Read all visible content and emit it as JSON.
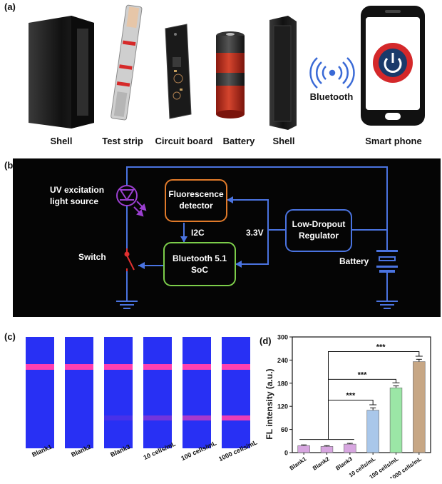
{
  "panel_a": {
    "label": "(a)",
    "components": [
      "Shell",
      "Test strip",
      "Circuit board",
      "Battery",
      "Shell",
      "Smart phone"
    ],
    "wireless_label": "Bluetooth"
  },
  "panel_b": {
    "label": "(b)",
    "uv_source": [
      "UV excitation",
      "light source"
    ],
    "detector": [
      "Fluorescence",
      "detector"
    ],
    "soc": [
      "Bluetooth 5.1",
      "SoC"
    ],
    "regulator": [
      "Low-Dropout",
      "Regulator"
    ],
    "i2c": "I2C",
    "voltage": "3.3V",
    "switch": "Switch",
    "battery": "Battery",
    "colors": {
      "wire": "#4a73e0",
      "detector": "#e07a2a",
      "soc": "#7ccd4a",
      "regulator": "#4a73e0",
      "switch": "#e03030",
      "uv": "#9b3fd0"
    }
  },
  "panel_c": {
    "label": "(c)",
    "strips": [
      "Blank1",
      "Blank2",
      "Blank3",
      "10 cells/mL",
      "100 cells/mL",
      "1000 cells/mL"
    ],
    "test_line_intensity": [
      0,
      0,
      0.15,
      0.35,
      0.6,
      0.9
    ]
  },
  "panel_d": {
    "label": "(d)",
    "significance": [
      "***",
      "***",
      "***"
    ],
    "chart_data": {
      "type": "bar",
      "categories": [
        "Blank1",
        "Blank2",
        "Blank3",
        "10 cells/mL",
        "100 cells/mL",
        "1000 cells/mL"
      ],
      "values": [
        18,
        16,
        22,
        110,
        168,
        236
      ],
      "errors": [
        2,
        2,
        2,
        6,
        5,
        6
      ],
      "colors": [
        "#d7a6e0",
        "#d7a6e0",
        "#d7a6e0",
        "#a9c7ea",
        "#9be6a6",
        "#c7a785"
      ],
      "ylabel": "FL intensity (a.u.)",
      "ylim": [
        0,
        300
      ],
      "yticks": [
        0,
        60,
        120,
        180,
        240,
        300
      ]
    }
  }
}
